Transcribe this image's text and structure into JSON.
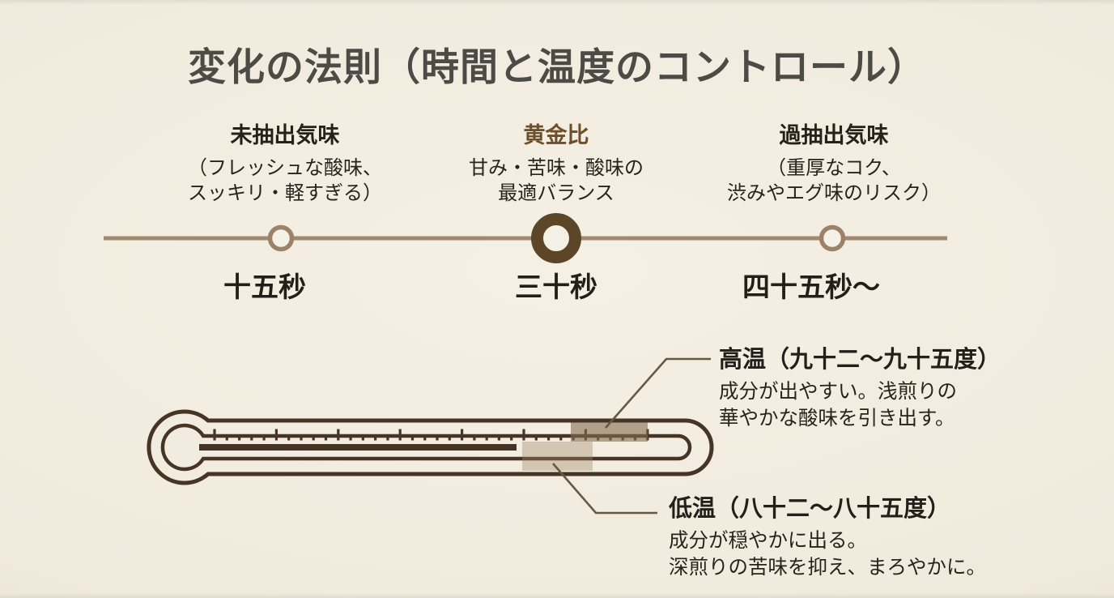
{
  "title": "変化の法則（時間と温度のコントロール）",
  "timeline": {
    "stages": [
      {
        "heading": "未抽出気味",
        "desc_line1": "（フレッシュな酸味、",
        "desc_line2": "スッキリ・軽すぎる）",
        "time_label": "十五秒"
      },
      {
        "heading": "黄金比",
        "desc_line1": "甘み・苦味・酸味の",
        "desc_line2": "最適バランス",
        "time_label": "三十秒"
      },
      {
        "heading": "過抽出気味",
        "desc_line1": "（重厚なコク、",
        "desc_line2": "渋みやエグ味のリスク）",
        "time_label": "四十五秒〜"
      }
    ]
  },
  "thermometer": {
    "high_temp": {
      "heading": "高温（九十二〜九十五度）",
      "desc_line1": "成分が出やすい。浅煎りの",
      "desc_line2": "華やかな酸味を引き出す。"
    },
    "low_temp": {
      "heading": "低温（八十二〜八十五度）",
      "desc_line1": "成分が穏やかに出る。",
      "desc_line2": "深煎りの苦味を抑え、まろやかに。"
    }
  },
  "colors": {
    "background": "#f1ebde",
    "title_text": "#4d4b46",
    "body_text": "#26231d",
    "golden_accent": "#6f4e2a",
    "timeline_line": "#a1896f",
    "marker_ring_light": "#9b8268",
    "marker_ring_dark": "#5d4628",
    "marker_fill": "#f6f1e6",
    "thermometer_outline": "#463524",
    "mercury": "#463524",
    "high_zone_fill": "rgba(134,108,83,0.60)",
    "low_zone_fill": "rgba(160,133,103,0.38)",
    "callout_line": "#6a5742"
  }
}
